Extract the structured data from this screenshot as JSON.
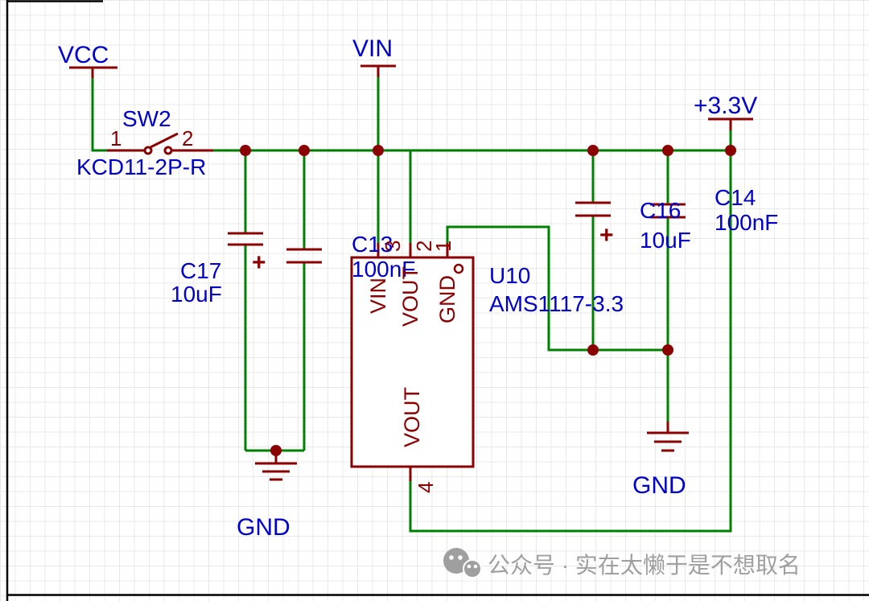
{
  "colors": {
    "wire": "#008001",
    "component": "#8B0000",
    "label": "#0000CD",
    "junction": "#8B0000",
    "watermark": "#9F9F9F",
    "grid": "#E8E8E8",
    "frame": "#000000"
  },
  "schematic": {
    "power": {
      "vcc": "VCC",
      "vin": "VIN",
      "v33": "+3.3V"
    },
    "switch": {
      "ref": "SW2",
      "part": "KCD11-2P-R",
      "pin1_num": "1",
      "pin2_num": "2"
    },
    "u10": {
      "ref": "U10",
      "part": "AMS1117-3.3",
      "pin3_num": "3",
      "pin3_name": "VIN",
      "pin2_num": "2",
      "pin2_name": "VOUT",
      "pin1_num": "1",
      "pin1_name": "GND",
      "pin4_num": "4",
      "pin4_name": "VOUT"
    },
    "c17": {
      "ref": "C17",
      "value": "10uF",
      "polarity": "+"
    },
    "c13": {
      "ref": "C13",
      "value": "100nF"
    },
    "c16": {
      "ref": "C16",
      "value": "10uF",
      "polarity": "+"
    },
    "c14": {
      "ref": "C14",
      "value": "100nF"
    },
    "gnd_left": "GND",
    "gnd_right": "GND"
  },
  "watermark": {
    "text": "公众号 · 实在太懒于是不想取名"
  }
}
